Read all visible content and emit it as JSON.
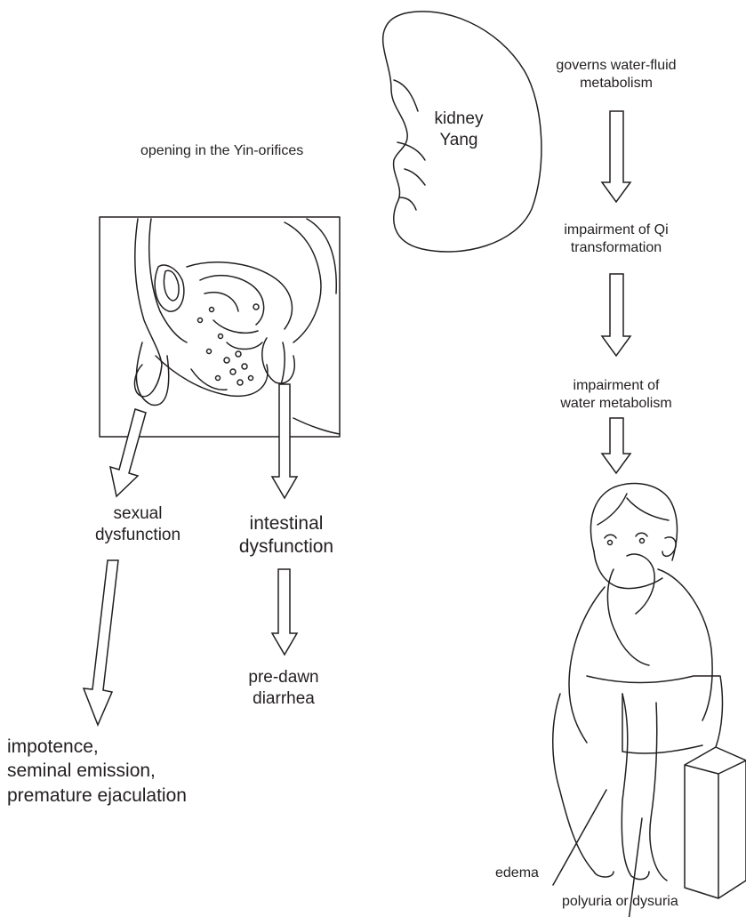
{
  "kidney": {
    "line1": "kidney",
    "line2": "Yang"
  },
  "opening_text": "opening in the Yin-orifices",
  "right_chain": {
    "step1": {
      "line1": "governs water-fluid",
      "line2": "metabolism"
    },
    "step2": {
      "line1": "impairment of Qi",
      "line2": "transformation"
    },
    "step3": {
      "line1": "impairment of",
      "line2": "water metabolism"
    }
  },
  "left_chain": {
    "sexual": {
      "line1": "sexual",
      "line2": "dysfunction"
    },
    "sexual_result": {
      "line1": "impotence,",
      "line2": "seminal emission,",
      "line3": "premature ejaculation"
    },
    "intestinal": {
      "line1": "intestinal",
      "line2": "dysfunction"
    },
    "intestinal_result": {
      "line1": "pre-dawn",
      "line2": "diarrhea"
    }
  },
  "figure_labels": {
    "edema": "edema",
    "urine": "polyuria or dysuria"
  }
}
